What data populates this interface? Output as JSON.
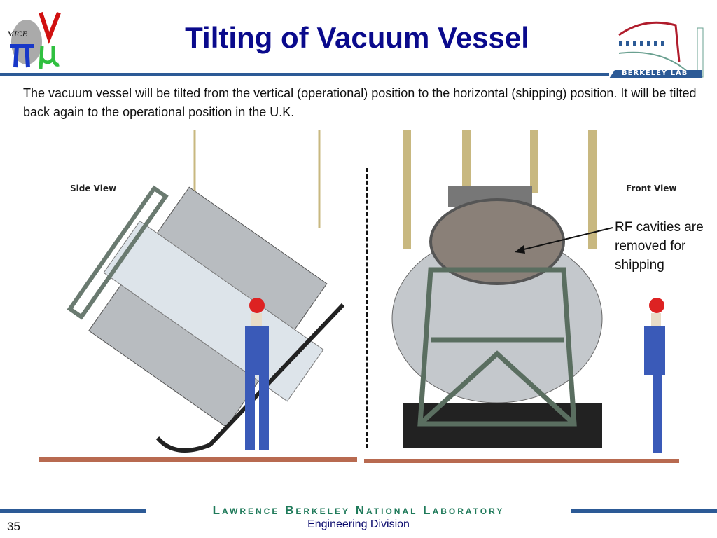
{
  "header": {
    "title": "Tilting of Vacuum Vessel",
    "left_logo": "MICE",
    "right_logo": "Berkeley Lab"
  },
  "body": {
    "text": "The vacuum vessel will be tilted from the vertical (operational) position to the horizontal (shipping) position.  It will be tilted back again to the operational position in the U.K."
  },
  "figure": {
    "side_label": "Side View",
    "front_label": "Front View",
    "annotation": "RF cavities are removed for shipping"
  },
  "footer": {
    "lab": "Lawrence Berkeley National Laboratory",
    "division": "Engineering Division",
    "page": "35"
  },
  "colors": {
    "title": "#0a0a8c",
    "rule": "#2c5a96",
    "lab": "#1f7a5a"
  }
}
